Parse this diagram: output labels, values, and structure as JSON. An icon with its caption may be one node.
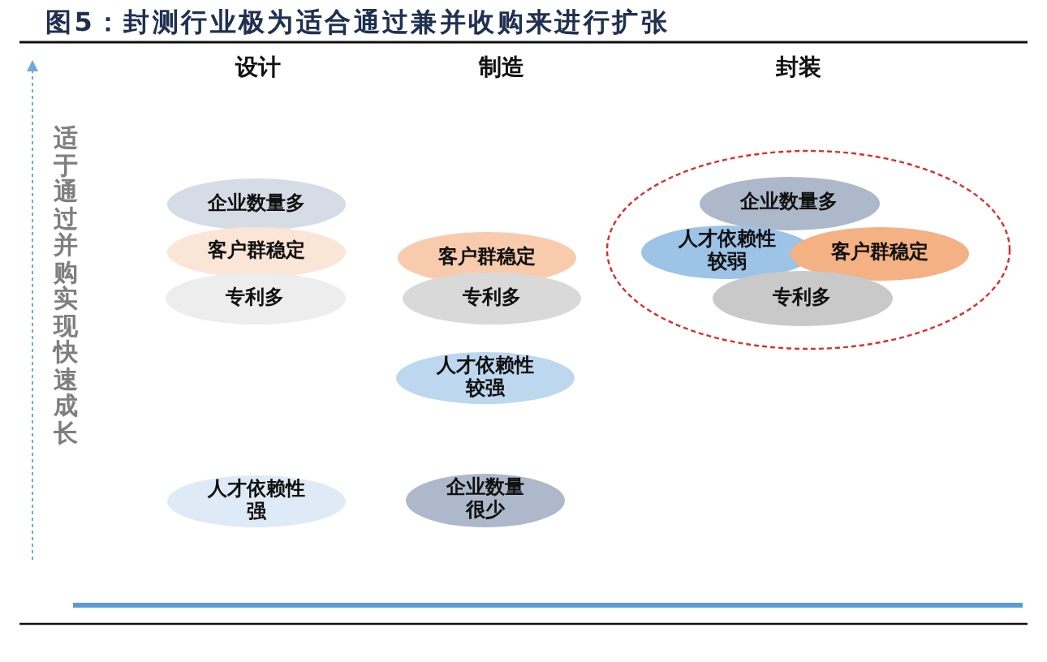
{
  "diagram": {
    "title": "图5：封测行业极为适合通过兼并收购来进行扩张",
    "nodes": [
      {
        "text": [
          "企业数量多"
        ]
      },
      {
        "text": [
          "客户群稳定"
        ]
      },
      {
        "text": [
          "专利多"
        ]
      },
      {
        "text": [
          "人才依赖性强"
        ]
      },
      {
        "text": [
          "客户群稳定"
        ]
      },
      {
        "text": [
          "专利多"
        ]
      },
      {
        "text": [
          "人才依赖性较强"
        ]
      },
      {
        "text": [
          "企业数量很少"
        ]
      },
      {
        "text": [],
        "shape": "ellipse"
      },
      {
        "text": [
          "企业数量多"
        ],
        "in": 8
      },
      {
        "text": [
          "人才依赖性较弱"
        ],
        "in": 8
      },
      {
        "text": [
          "客户群稳定"
        ],
        "in": 8
      },
      {
        "text": [
          "专利多"
        ],
        "in": 8
      }
    ],
    "labels": [
      "设计",
      "制造",
      "封装",
      "适于通过并购实现快速成长"
    ]
  }
}
